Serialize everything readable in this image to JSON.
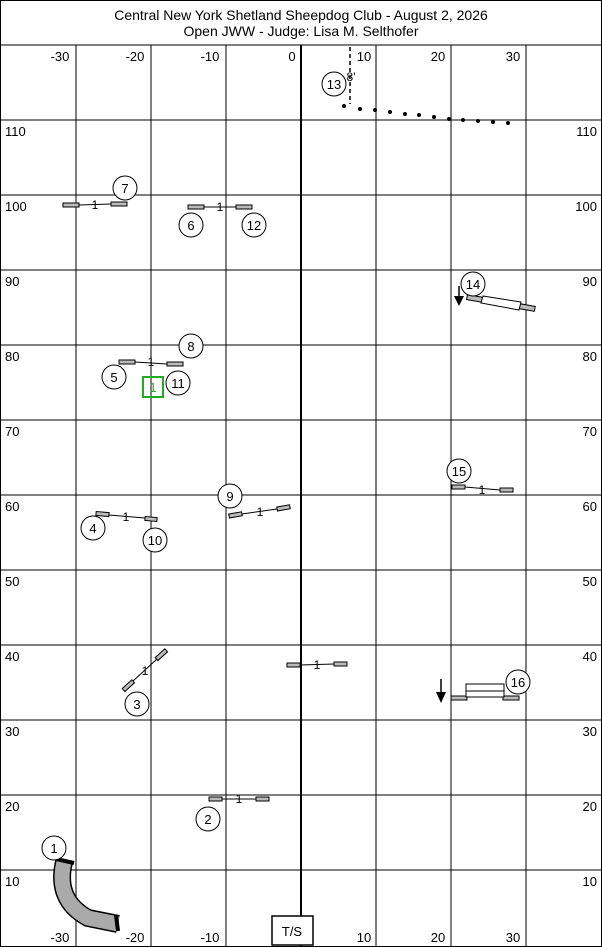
{
  "header": {
    "title": "Central New York Shetland Sheepdog Club - August 2, 2026",
    "subtitle": "Open JWW - Judge: Lisa M. Selthofer"
  },
  "axes": {
    "x_top_labels": [
      "-30",
      "-20",
      "-10",
      "0",
      "10",
      "20",
      "30"
    ],
    "x_bottom_labels": [
      "-30",
      "-20",
      "-10",
      "10",
      "20",
      "30"
    ],
    "y_labels": [
      "110",
      "100",
      "90",
      "80",
      "70",
      "60",
      "50",
      "40",
      "30",
      "20",
      "10"
    ]
  },
  "bar_label": "1",
  "start_marker": "T/S",
  "distance_label": "8'",
  "start_box_label": "1",
  "numbers": [
    "1",
    "2",
    "3",
    "4",
    "5",
    "6",
    "7",
    "8",
    "9",
    "10",
    "11",
    "12",
    "13",
    "14",
    "15",
    "16"
  ],
  "colors": {
    "grid": "#000000",
    "start_box": "#22aa22",
    "tunnel_fill": "#aaaaaa"
  }
}
